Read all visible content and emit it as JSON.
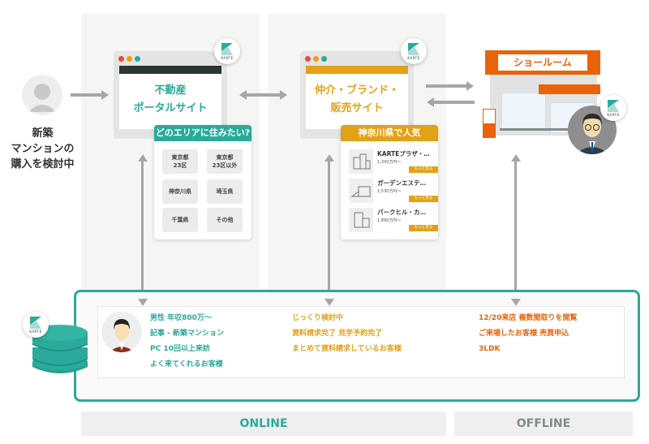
{
  "colors": {
    "teal": "#2aaa9a",
    "amber": "#e3a118",
    "orange": "#e8630a",
    "gray_arrow": "#a6a6a6",
    "dark_bar": "#2b3634"
  },
  "customer": {
    "label_lines": [
      "新築",
      "マンションの",
      "購入を検討中"
    ]
  },
  "portal_site": {
    "title_lines": [
      "不動産",
      "ポータルサイト"
    ],
    "badge": "KARTE",
    "area_card": {
      "title": "どのエリアに住みたい?",
      "areas": [
        {
          "line1": "東京都",
          "line2": "23区"
        },
        {
          "line1": "東京都",
          "line2": "23区以外"
        },
        {
          "line1": "神奈川県",
          "line2": ""
        },
        {
          "line1": "埼玉県",
          "line2": ""
        },
        {
          "line1": "千葉県",
          "line2": ""
        },
        {
          "line1": "その他",
          "line2": ""
        }
      ]
    }
  },
  "brand_site": {
    "title_lines": [
      "仲介・ブランド・",
      "販売サイト"
    ],
    "badge": "KARTE",
    "popular_card": {
      "title": "神奈川県で人気",
      "properties": [
        {
          "name": "KARTEプラザ・…",
          "price": "1,200万円～",
          "more": "もっと見る"
        },
        {
          "name": "ガーデンエステ…",
          "price": "1,530万円～",
          "more": "もっと見る"
        },
        {
          "name": "パークヒル・カ…",
          "price": "1,890万円～",
          "more": "もっと見る"
        }
      ]
    }
  },
  "showroom": {
    "sign": "ショールーム",
    "badge": "KARTE"
  },
  "database": {
    "badge": "KARTE"
  },
  "profile": {
    "online_attrs": [
      "男性  年収800万〜",
      "記事 - 新築マンション",
      "PC  10回以上来訪",
      "よく来てくれるお客様"
    ],
    "brand_attrs": [
      "じっくり検討中",
      "資料請求完了  見学予約完了",
      "まとめて資料請求しているお客様"
    ],
    "offline_attrs": [
      "12/20来店  複数間取りを閲覧",
      "ご来場したお客様  売買申込",
      "3LDK"
    ]
  },
  "footer": {
    "online": "ONLINE",
    "offline": "OFFLINE"
  }
}
